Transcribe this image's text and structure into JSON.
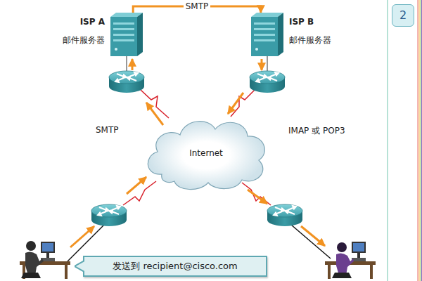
{
  "diagram": {
    "nodes": [
      {
        "text": [
          "ISP A",
          "邮件服务器"
        ]
      },
      {
        "text": [
          "ISP B",
          "邮件服务器"
        ]
      },
      {
        "text": [
          "Internet"
        ]
      },
      {
        "text": [
          "发送到 recipient@cisco.com"
        ]
      },
      {
        "text": [
          "2"
        ]
      }
    ],
    "edges": [
      {
        "from": 0,
        "to": 1,
        "arrow": "to",
        "label": "SMTP"
      }
    ],
    "labels": [
      "SMTP",
      "IMAP 或 POP3"
    ]
  }
}
